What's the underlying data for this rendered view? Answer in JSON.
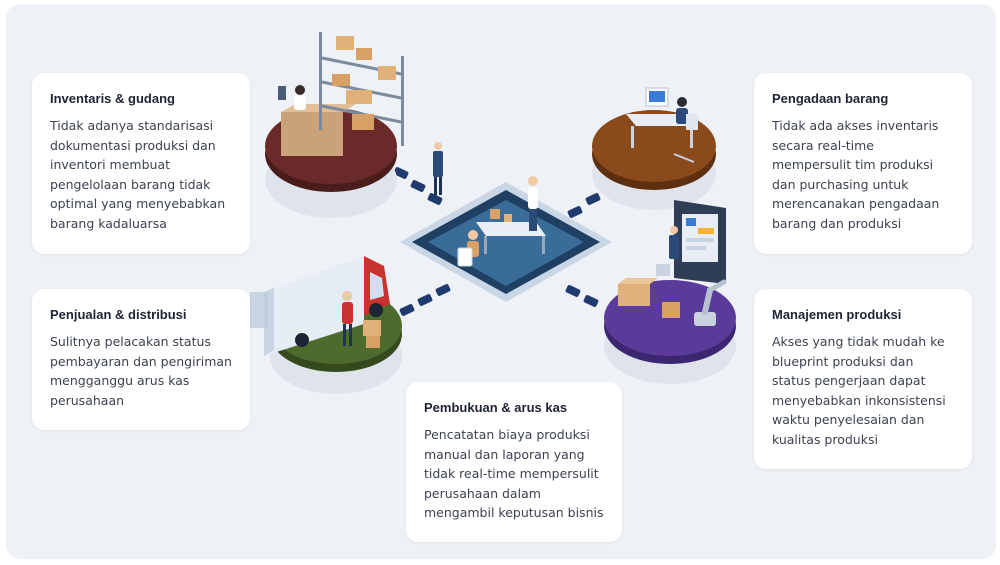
{
  "cards": {
    "inventory": {
      "title": "Inventaris & gudang",
      "body": "Tidak adanya standarisasi dokumentasi produksi dan inventori membuat pengelolaan barang tidak optimal yang menyebabkan barang kadaluarsa"
    },
    "sales": {
      "title": "Penjualan & distribusi",
      "body": "Sulitnya pelacakan status pembayaran dan pengiriman mengganggu arus kas perusahaan"
    },
    "accounting": {
      "title": "Pembukuan & arus kas",
      "body": "Pencatatan biaya produksi manual dan laporan yang tidak real-time mempersulit perusahaan dalam mengambil keputusan bisnis"
    },
    "procurement": {
      "title": "Pengadaan barang",
      "body": "Tidak ada akses inventaris secara real-time mempersulit tim produksi dan purchasing untuk merencanakan pengadaan barang dan produksi"
    },
    "production": {
      "title": "Manajemen produksi",
      "body": "Akses yang tidak mudah ke blueprint produksi dan status pengerjaan dapat menyebabkan inkonsistensi waktu penyelesaian dan kualitas produksi"
    }
  },
  "colors": {
    "background": "#eef1f5",
    "card": "#ffffff",
    "warehouse_platform": "#6b2a2a",
    "procurement_platform": "#8a4a1c",
    "sales_platform": "#4e6b2e",
    "production_platform": "#5b3b9a",
    "center_platform": "#1f3f63",
    "connector": "#1e3a6e"
  },
  "icons": [
    "warehouse-shelf-icon",
    "office-desk-icon",
    "delivery-truck-icon",
    "factory-robot-arm-icon",
    "meeting-table-icon"
  ]
}
